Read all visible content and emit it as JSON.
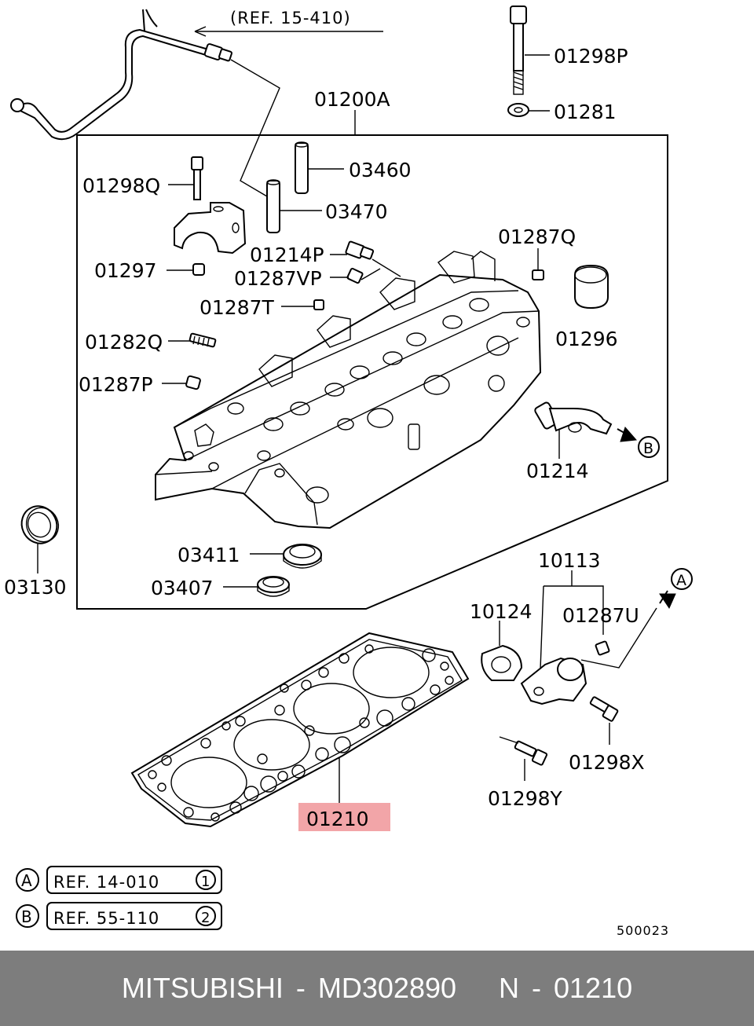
{
  "callouts": {
    "ref_15_410": "(REF. 15-410)",
    "p01298P": "01298P",
    "p01281": "01281",
    "p01200A": "01200A",
    "p03460": "03460",
    "p01298Q": "01298Q",
    "p03470": "03470",
    "p01214P": "01214P",
    "p01297": "01297",
    "p01287VP": "01287VP",
    "p01287Q": "01287Q",
    "p01287T": "01287T",
    "p01296": "01296",
    "p01282Q": "01282Q",
    "p01287P": "01287P",
    "p01214": "01214",
    "b_marker": "B",
    "p03130": "03130",
    "p03411": "03411",
    "p03407": "03407",
    "p10113": "10113",
    "a_marker": "A",
    "p10124": "10124",
    "p01287U": "01287U",
    "p01298X": "01298X",
    "p01298Y": "01298Y",
    "p01210": "01210"
  },
  "highlight_color": "#f2a5a8",
  "legend": [
    {
      "marker": "A",
      "ref": "REF. 14-010",
      "num": "1"
    },
    {
      "marker": "B",
      "ref": "REF. 55-110",
      "num": "2"
    }
  ],
  "diagram_code": "500023",
  "footer": {
    "brand": "MITSUBISHI",
    "sep1": "-",
    "part_number": "MD302890",
    "prefix": "N",
    "sep2": "-",
    "ref_number": "01210"
  },
  "footer_color": "#7d7d7d"
}
